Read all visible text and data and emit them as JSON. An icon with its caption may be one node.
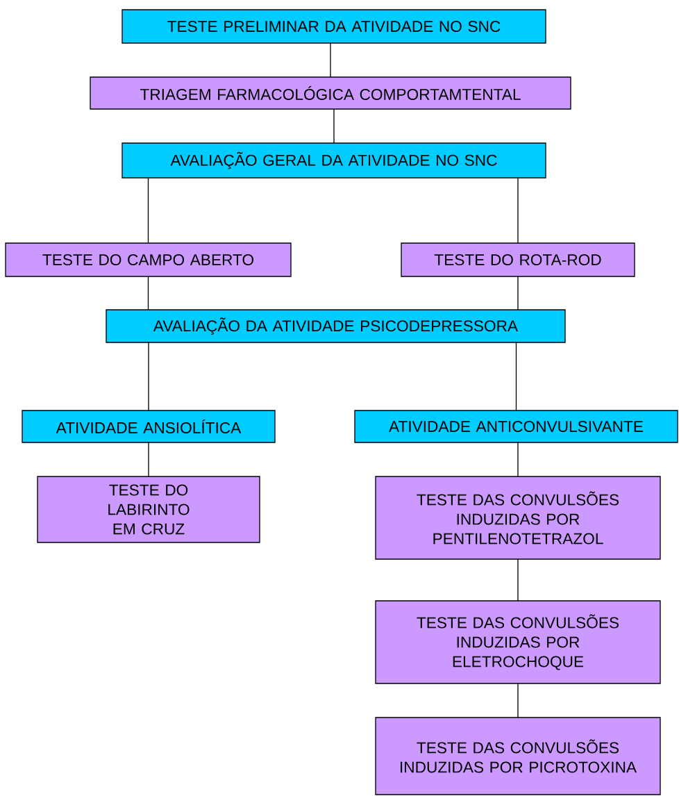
{
  "diagram": {
    "nodes": [
      {
        "text": [
          "TESTE PRELIMINAR DA ATIVIDADE NO SNC"
        ]
      },
      {
        "text": [
          "TRIAGEM FARMACOLÓGICA COMPORTAMTENTAL"
        ]
      },
      {
        "text": [
          "AVALIAÇÃO GERAL DA ATIVIDADE NO SNC"
        ]
      },
      {
        "text": [
          "TESTE DO CAMPO ABERTO"
        ]
      },
      {
        "text": [
          "TESTE DO ROTA-ROD"
        ]
      },
      {
        "text": [
          "AVALIAÇÃO DA ATIVIDADE PSICODEPRESSORA"
        ]
      },
      {
        "text": [
          "ATIVIDADE ANSIOLÍTICA"
        ]
      },
      {
        "text": [
          "ATIVIDADE ANTICONVULSIVANTE"
        ]
      },
      {
        "text": [
          "TESTE DO LABIRINTO EM CRUZ"
        ]
      },
      {
        "text": [
          "TESTE DAS CONVULSÕES INDUZIDAS POR PENTILENOTETRAZOL"
        ]
      },
      {
        "text": [
          "TESTE DAS CONVULSÕES INDUZIDAS POR ELETROCHOQUE"
        ]
      },
      {
        "text": [
          "TESTE DAS CONVULSÕES INDUZIDAS POR PICROTOXINA"
        ]
      }
    ],
    "edges": [
      {
        "from": 0,
        "to": 1,
        "arrow": "none"
      },
      {
        "from": 1,
        "to": 2,
        "arrow": "none"
      },
      {
        "from": 2,
        "to": 3,
        "arrow": "none"
      },
      {
        "from": 2,
        "to": 4,
        "arrow": "none"
      },
      {
        "from": 3,
        "to": 5,
        "arrow": "none"
      },
      {
        "from": 4,
        "to": 5,
        "arrow": "none"
      },
      {
        "from": 5,
        "to": 6,
        "arrow": "none"
      },
      {
        "from": 5,
        "to": 7,
        "arrow": "none"
      },
      {
        "from": 6,
        "to": 8,
        "arrow": "none"
      },
      {
        "from": 7,
        "to": 9,
        "arrow": "none"
      },
      {
        "from": 9,
        "to": 10,
        "arrow": "none"
      },
      {
        "from": 10,
        "to": 11,
        "arrow": "none"
      }
    ]
  }
}
